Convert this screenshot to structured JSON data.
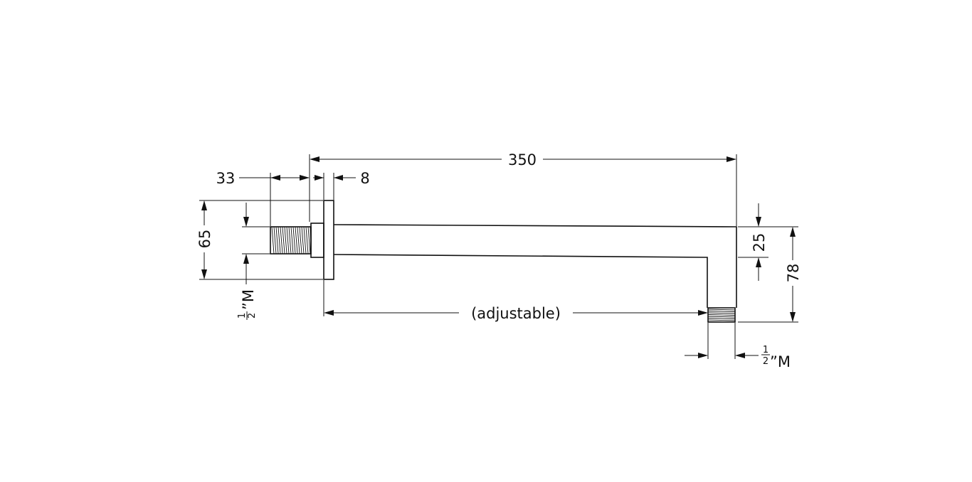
{
  "dimensions": {
    "overall_length": "350",
    "thread_length": "33",
    "flange_thickness": "8",
    "flange_height": "65",
    "arm_height": "25",
    "total_drop": "78",
    "adjustable": "(adjustable)"
  },
  "thread_callouts": {
    "inlet": {
      "numerator": "1",
      "denominator": "2",
      "suffix": "”M"
    },
    "outlet": {
      "numerator": "1",
      "denominator": "2",
      "suffix": "”M"
    }
  },
  "colors": {
    "line": "#111111",
    "background": "#ffffff"
  }
}
